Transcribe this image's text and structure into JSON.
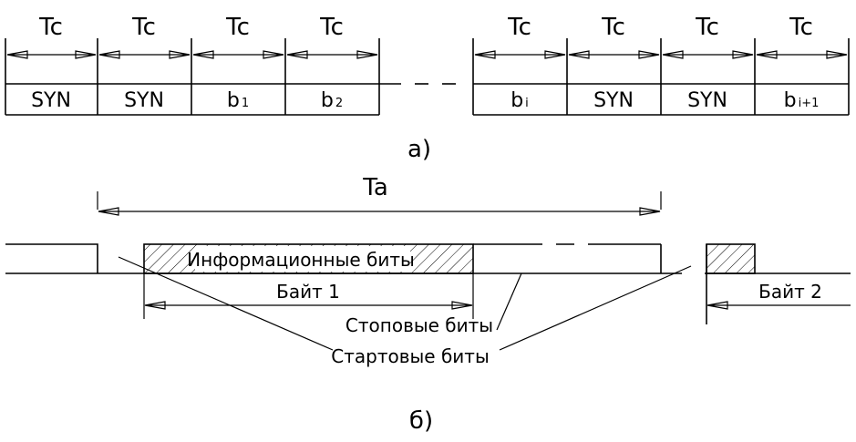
{
  "part_a": {
    "period_labels": [
      "Tc",
      "Tc",
      "Tc",
      "Tc",
      "Tc",
      "Tc",
      "Tc",
      "Tc"
    ],
    "cells": [
      {
        "text": "SYN",
        "sub": ""
      },
      {
        "text": "SYN",
        "sub": ""
      },
      {
        "text": "b",
        "sub": "1"
      },
      {
        "text": "b",
        "sub": "2"
      },
      {
        "text": "b",
        "sub": "i"
      },
      {
        "text": "SYN",
        "sub": ""
      },
      {
        "text": "SYN",
        "sub": ""
      },
      {
        "text": "b",
        "sub": "i+1"
      }
    ],
    "caption": "а)"
  },
  "part_b": {
    "period_label": "Ta",
    "info_bits": "Информационные биты",
    "byte1": "Байт 1",
    "byte2": "Байт 2",
    "stop_bits": "Стоповые биты",
    "start_bits": "Стартовые биты",
    "caption": "б)"
  }
}
